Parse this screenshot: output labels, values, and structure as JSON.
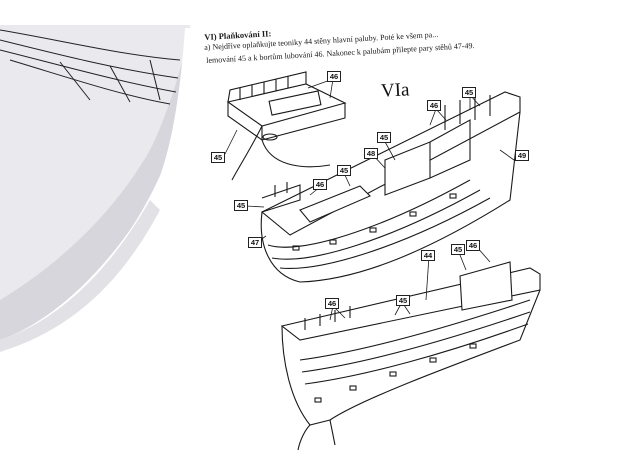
{
  "header": {
    "section_title": "VI) Plaňkování II:",
    "line1": "a)  Nejdříve oplaňkujte teoniky 44 stěny hlavní paluby. Poté ke všem pa...",
    "line2": "lemování 45 a k bortům lubování 46. Nakonec k palubám přilepte pary stěhů 47-49."
  },
  "figure": {
    "label": "VIa"
  },
  "callouts": {
    "c_top_46": "46",
    "c_top_45": "45",
    "c_mid_46a": "46",
    "c_mid_45a": "45",
    "c_mid_45b": "45",
    "c_mid_48": "48",
    "c_mid_49": "49",
    "c_mid_45c": "45",
    "c_mid_46b": "46",
    "c_mid_45d": "45",
    "c_mid_47": "47",
    "c_bot_44": "44",
    "c_bot_45a": "45",
    "c_bot_46a": "46",
    "c_bot_46b": "46",
    "c_bot_45b": "45"
  },
  "colors": {
    "paper": "#ffffff",
    "ink": "#1a1a1a",
    "shadow": "#d9d9dd"
  }
}
